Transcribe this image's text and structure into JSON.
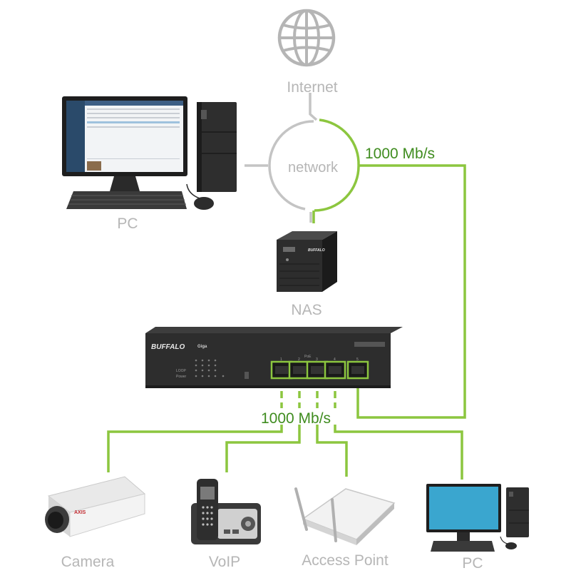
{
  "labels": {
    "internet": "Internet",
    "network": "network",
    "pc_top": "PC",
    "nas": "NAS",
    "camera": "Camera",
    "voip": "VoIP",
    "access_point": "Access Point",
    "pc_bottom": "PC"
  },
  "speeds": {
    "uplink": "1000 Mb/s",
    "downlink": "1000 Mb/s"
  },
  "switch": {
    "brand": "BUFFALO",
    "model_prefix": "Giga",
    "poe_label": "PoE",
    "loop_label": "LOOP",
    "power_label": "Power",
    "ports": [
      "1",
      "2",
      "3",
      "4",
      "5"
    ]
  },
  "nas_brand": "BUFFALO",
  "camera_brand": "AXIS",
  "colors": {
    "link": "#8cc63f",
    "inactive_link": "#c4c4c4",
    "label": "#b6b6b6",
    "speed_text": "#3f8c1f",
    "device_dark": "#2b2b2b",
    "screen_blue": "#3aa6cf"
  }
}
